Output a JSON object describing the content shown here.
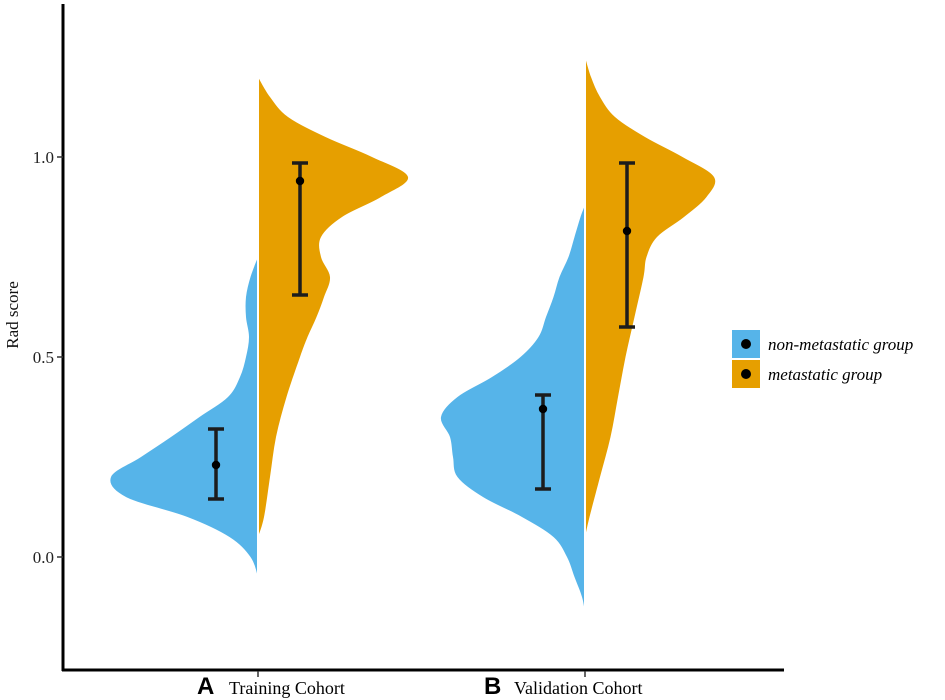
{
  "chart_data": {
    "type": "violin",
    "ylabel": "Rad  score",
    "xlabel": "",
    "ylim": [
      -0.27,
      1.38
    ],
    "yticks": [
      0.0,
      0.5,
      1.0
    ],
    "ytick_labels": [
      "0.0",
      "0.5",
      "1.0"
    ],
    "grid": false,
    "legend_position": "right",
    "categories": [
      {
        "letter": "A",
        "label": "Training Cohort"
      },
      {
        "letter": "B",
        "label": "Validation  Cohort"
      }
    ],
    "series": [
      {
        "name": "non-metastatic group",
        "color": "#56B4E9",
        "side": "left",
        "groups": [
          {
            "mean": 0.23,
            "lower": 0.145,
            "upper": 0.32,
            "density": [
              [
                -0.05,
                0.0
              ],
              [
                0.0,
                0.05
              ],
              [
                0.05,
                0.19
              ],
              [
                0.1,
                0.47
              ],
              [
                0.15,
                0.88
              ],
              [
                0.2,
                0.98
              ],
              [
                0.25,
                0.78
              ],
              [
                0.3,
                0.58
              ],
              [
                0.35,
                0.39
              ],
              [
                0.4,
                0.2
              ],
              [
                0.45,
                0.12
              ],
              [
                0.5,
                0.08
              ],
              [
                0.55,
                0.06
              ],
              [
                0.6,
                0.08
              ],
              [
                0.65,
                0.08
              ],
              [
                0.7,
                0.05
              ],
              [
                0.75,
                0.0
              ]
            ]
          },
          {
            "mean": 0.37,
            "lower": 0.17,
            "upper": 0.405,
            "density": [
              [
                -0.14,
                0.0
              ],
              [
                -0.1,
                0.02
              ],
              [
                -0.05,
                0.07
              ],
              [
                0.0,
                0.12
              ],
              [
                0.05,
                0.21
              ],
              [
                0.1,
                0.42
              ],
              [
                0.15,
                0.68
              ],
              [
                0.2,
                0.85
              ],
              [
                0.25,
                0.88
              ],
              [
                0.3,
                0.9
              ],
              [
                0.35,
                0.96
              ],
              [
                0.4,
                0.85
              ],
              [
                0.45,
                0.62
              ],
              [
                0.5,
                0.43
              ],
              [
                0.55,
                0.31
              ],
              [
                0.6,
                0.26
              ],
              [
                0.65,
                0.21
              ],
              [
                0.7,
                0.17
              ],
              [
                0.75,
                0.11
              ],
              [
                0.8,
                0.07
              ],
              [
                0.85,
                0.03
              ],
              [
                0.88,
                0.0
              ]
            ]
          }
        ]
      },
      {
        "name": "metastatic group",
        "color": "#E69F00",
        "side": "right",
        "groups": [
          {
            "mean": 0.94,
            "lower": 0.655,
            "upper": 0.985,
            "density": [
              [
                0.05,
                0.0
              ],
              [
                0.1,
                0.04
              ],
              [
                0.2,
                0.08
              ],
              [
                0.3,
                0.12
              ],
              [
                0.4,
                0.19
              ],
              [
                0.5,
                0.28
              ],
              [
                0.55,
                0.33
              ],
              [
                0.6,
                0.39
              ],
              [
                0.65,
                0.44
              ],
              [
                0.7,
                0.48
              ],
              [
                0.75,
                0.42
              ],
              [
                0.8,
                0.42
              ],
              [
                0.85,
                0.56
              ],
              [
                0.9,
                0.82
              ],
              [
                0.95,
                1.0
              ],
              [
                1.0,
                0.76
              ],
              [
                1.05,
                0.45
              ],
              [
                1.1,
                0.2
              ],
              [
                1.15,
                0.08
              ],
              [
                1.2,
                0.0
              ]
            ]
          },
          {
            "mean": 0.815,
            "lower": 0.575,
            "upper": 0.985,
            "density": [
              [
                0.05,
                0.0
              ],
              [
                0.1,
                0.03
              ],
              [
                0.2,
                0.1
              ],
              [
                0.3,
                0.17
              ],
              [
                0.4,
                0.22
              ],
              [
                0.5,
                0.27
              ],
              [
                0.6,
                0.33
              ],
              [
                0.7,
                0.39
              ],
              [
                0.75,
                0.41
              ],
              [
                0.8,
                0.48
              ],
              [
                0.85,
                0.66
              ],
              [
                0.9,
                0.81
              ],
              [
                0.95,
                0.86
              ],
              [
                1.0,
                0.65
              ],
              [
                1.05,
                0.4
              ],
              [
                1.1,
                0.2
              ],
              [
                1.15,
                0.1
              ],
              [
                1.2,
                0.04
              ],
              [
                1.25,
                0.0
              ]
            ]
          }
        ]
      }
    ]
  }
}
